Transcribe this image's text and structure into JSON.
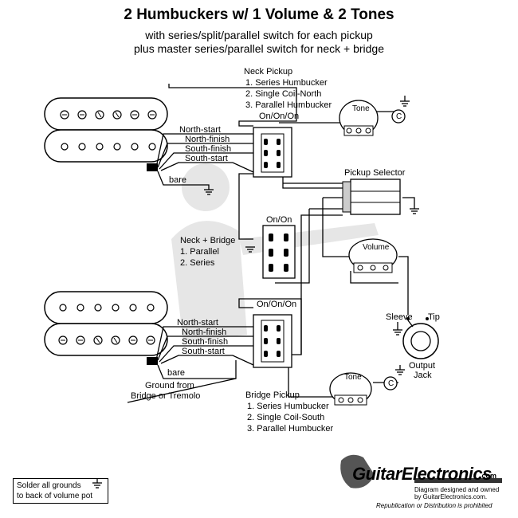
{
  "header": {
    "title": "2 Humbuckers w/ 1 Volume & 2 Tones",
    "subtitle_1": "with series/split/parallel switch for each pickup",
    "subtitle_2": "plus master series/parallel switch for neck + bridge"
  },
  "neck_pickup": {
    "title": "Neck Pickup",
    "options": [
      "1. Series Humbucker",
      "2. Single Coil-North",
      "3. Parallel Humbucker"
    ],
    "switch_label": "On/On/On",
    "wires": [
      "North-start",
      "North-finish",
      "South-finish",
      "South-start"
    ],
    "bare_label": "bare"
  },
  "bridge_pickup": {
    "title": "Bridge Pickup",
    "options": [
      "1. Series Humbucker",
      "2. Single Coil-South",
      "3. Parallel Humbucker"
    ],
    "switch_label": "On/On/On",
    "wires": [
      "North-start",
      "North-finish",
      "South-finish",
      "South-start"
    ],
    "bare_label": "bare"
  },
  "master_switch": {
    "label": "On/On",
    "title": "Neck + Bridge",
    "options": [
      "1. Parallel",
      "2. Series"
    ]
  },
  "controls": {
    "tone_label": "Tone",
    "volume_label": "Volume",
    "pickup_selector": "Pickup Selector",
    "capacitor_label": "C",
    "sleeve_label": "Sleeve",
    "tip_label": "Tip",
    "output_jack": [
      "Output",
      "Jack"
    ]
  },
  "ground_note": [
    "Ground from",
    "Bridge or Tremolo"
  ],
  "solder_note": [
    "Solder all grounds",
    "to back of volume pot"
  ],
  "logo": {
    "brand": "GuitarElectronics",
    "domain": ".com",
    "line1": "Diagram designed and owned",
    "line2": "by GuitarElectronics.com.",
    "line3": "Republication or Distribution is prohibited"
  },
  "colors": {
    "wire": "#000000",
    "pickup_fill": "#ffffff",
    "watermark": "#d8d8d8"
  }
}
